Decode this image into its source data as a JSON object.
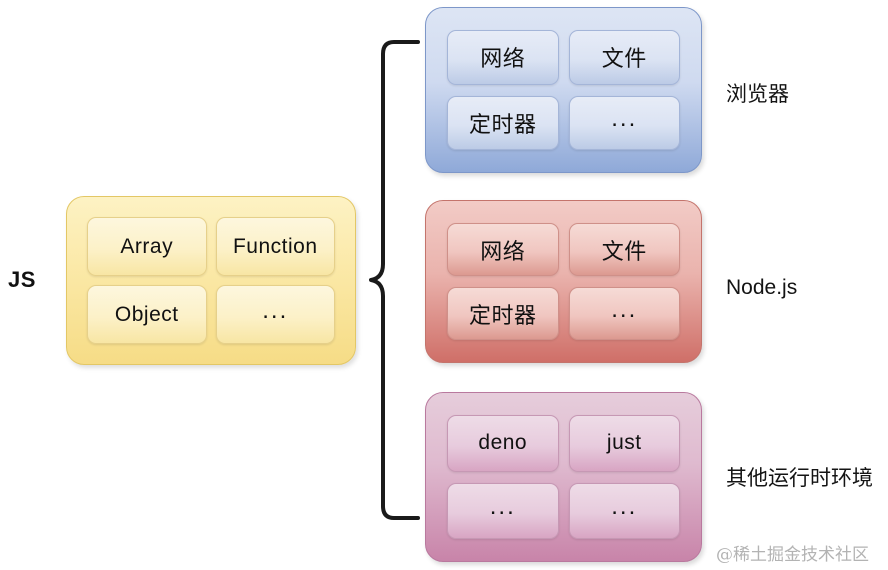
{
  "diagram": {
    "left_label": "JS",
    "brace_icon": "curly-brace-icon",
    "js_box": {
      "name": "JS",
      "color": "#f6dc86",
      "cells": [
        "Array",
        "Function",
        "Object",
        "..."
      ]
    },
    "runtimes": [
      {
        "key": "browser",
        "label": "浏览器",
        "color": "#8fa9d8",
        "cells": [
          "网络",
          "文件",
          "定时器",
          "..."
        ]
      },
      {
        "key": "node",
        "label": "Node.js",
        "color": "#cf6f68",
        "cells": [
          "网络",
          "文件",
          "定时器",
          "..."
        ]
      },
      {
        "key": "other",
        "label": "其他运行时环境",
        "color": "#c884a9",
        "cells": [
          "deno",
          "just",
          "...",
          "..."
        ]
      }
    ],
    "watermark": "@稀土掘金技术社区"
  }
}
